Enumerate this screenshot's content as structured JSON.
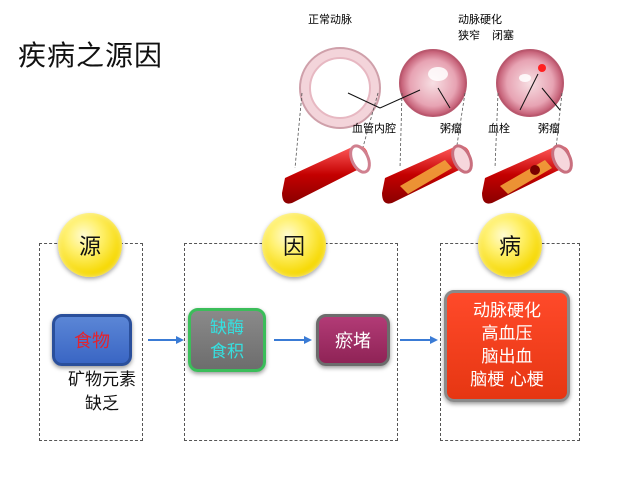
{
  "title": "疾病之源因",
  "illustration": {
    "labels": {
      "normal_artery": "正常动脉",
      "atherosclerosis": "动脉硬化",
      "stenosis": "狭窄",
      "occlusion": "闭塞",
      "lumen": "血管内腔",
      "plaque1": "粥瘤",
      "thrombus": "血栓",
      "plaque2": "粥瘤"
    }
  },
  "stages": {
    "source": "源",
    "cause": "因",
    "disease": "病"
  },
  "boxes": {
    "food": "食物",
    "enzyme_line1": "缺酶",
    "enzyme_line2": "食积",
    "block": "瘀堵",
    "disease_lines": [
      "动脉硬化",
      "高血压",
      "脑出血",
      "脑梗 心梗"
    ]
  },
  "note": {
    "line1": "矿物元素",
    "line2": "缺乏"
  },
  "colors": {
    "circle": "#f6d800",
    "food_bg": "#3a66c4",
    "food_text": "#e3232d",
    "enzyme_bg": "#6d6d6d",
    "enzyme_text": "#35e0e0",
    "block_bg": "#8f2356",
    "disease_bg": "#e63612",
    "arrow": "#3a7bd5"
  }
}
